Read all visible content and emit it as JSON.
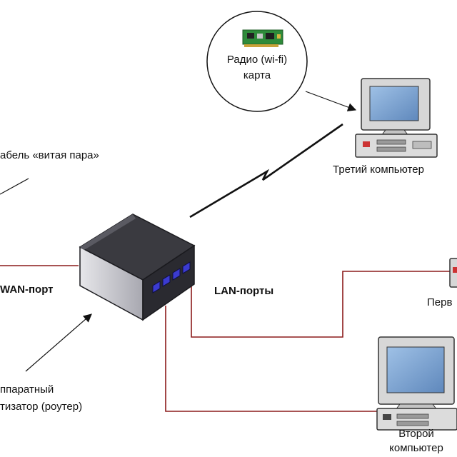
{
  "labels": {
    "wifi_card_line1": "Радио (wi-fi)",
    "wifi_card_line2": "карта",
    "cable": "абель «витая пара»",
    "third_computer": "Третий компьютер",
    "wan_port": "WAN-порт",
    "lan_ports": "LAN-порты",
    "first_computer": "Перв",
    "router_line1": "ппаратный",
    "router_line2": "тизатор (роутер)",
    "second_computer_line1": "Второй",
    "second_computer_line2": "компьютер"
  },
  "colors": {
    "cable": "#8b1a1a",
    "monitor_body": "#d7d7d7",
    "screen": "#7aa3cf",
    "router_top": "#3a3a40",
    "router_side": "#c9c9cf",
    "router_led": "#3b3bd0",
    "wifi_board": "#2e8b3a"
  }
}
